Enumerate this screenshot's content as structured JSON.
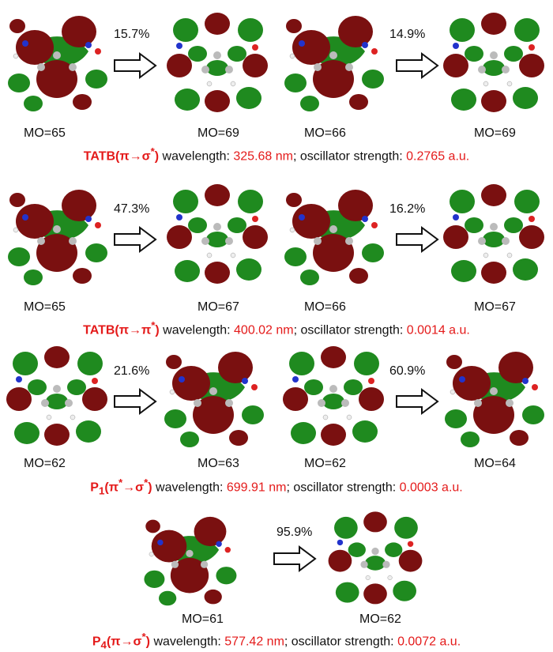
{
  "colors": {
    "lobe_red": "#7a1010",
    "lobe_green": "#1f8a1f",
    "accent": "#e41a1a"
  },
  "rows": [
    {
      "transitions": [
        {
          "from_mo": "MO=65",
          "to_mo": "MO=69",
          "percent": "15.7%"
        },
        {
          "from_mo": "MO=66",
          "to_mo": "MO=69",
          "percent": "14.9%"
        }
      ],
      "caption": {
        "name": "TATB",
        "sym_a": "π",
        "sym_a_sup": "",
        "sym_b": "σ",
        "sym_b_sup": "*",
        "wl_label": " wavelength: ",
        "wl_value": "325.68 nm",
        "os_label": "; oscillator strength: ",
        "os_value": "0.2765 a.u."
      }
    },
    {
      "transitions": [
        {
          "from_mo": "MO=65",
          "to_mo": "MO=67",
          "percent": "47.3%"
        },
        {
          "from_mo": "MO=66",
          "to_mo": "MO=67",
          "percent": "16.2%"
        }
      ],
      "caption": {
        "name": "TATB",
        "sym_a": "π",
        "sym_a_sup": "",
        "sym_b": "π",
        "sym_b_sup": "*",
        "wl_label": " wavelength: ",
        "wl_value": "400.02 nm",
        "os_label": "; oscillator strength: ",
        "os_value": "0.0014 a.u."
      }
    },
    {
      "transitions": [
        {
          "from_mo": "MO=62",
          "to_mo": "MO=63",
          "percent": "21.6%"
        },
        {
          "from_mo": "MO=62",
          "to_mo": "MO=64",
          "percent": "60.9%"
        }
      ],
      "caption": {
        "name": "P",
        "name_sub": "1",
        "sym_a": "π",
        "sym_a_sup": "*",
        "sym_b": "σ",
        "sym_b_sup": "*",
        "wl_label": " wavelength: ",
        "wl_value": "699.91 nm",
        "os_label": "; oscillator strength: ",
        "os_value": "0.0003 a.u."
      }
    },
    {
      "transitions": [
        {
          "from_mo": "MO=61",
          "to_mo": "MO=62",
          "percent": "95.9%"
        }
      ],
      "caption": {
        "name": "P",
        "name_sub": "4",
        "sym_a": "π",
        "sym_a_sup": "",
        "sym_b": "σ",
        "sym_b_sup": "*",
        "wl_label": " wavelength: ",
        "wl_value": "577.42 nm",
        "os_label": "; oscillator strength: ",
        "os_value": "0.0072 a.u."
      }
    }
  ]
}
